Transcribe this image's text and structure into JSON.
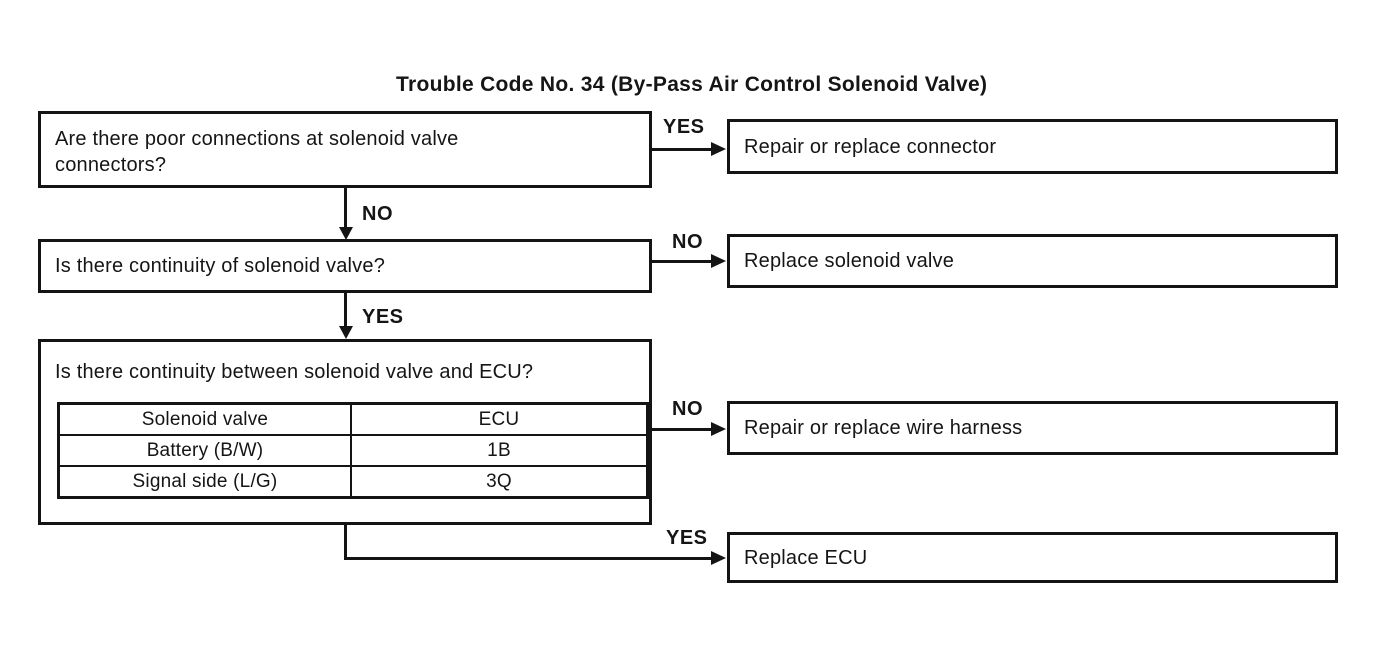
{
  "title": "Trouble Code No. 34 (By-Pass Air Control Solenoid Valve)",
  "flowchart": {
    "questions": [
      {
        "id": "q1",
        "text": "Are there poor connections at solenoid valve connectors?"
      },
      {
        "id": "q2",
        "text": "Is there continuity of solenoid valve?"
      },
      {
        "id": "q3",
        "text": "Is there continuity between solenoid valve and ECU?"
      }
    ],
    "actions": [
      {
        "id": "a1",
        "text": "Repair or replace connector"
      },
      {
        "id": "a2",
        "text": "Replace solenoid valve"
      },
      {
        "id": "a3",
        "text": "Repair or replace wire harness"
      },
      {
        "id": "a4",
        "text": "Replace ECU"
      }
    ],
    "connectors": [
      {
        "from": "q1",
        "to": "a1",
        "label": "YES"
      },
      {
        "from": "q1",
        "to": "q2",
        "label": "NO"
      },
      {
        "from": "q2",
        "to": "a2",
        "label": "NO"
      },
      {
        "from": "q2",
        "to": "q3",
        "label": "YES"
      },
      {
        "from": "q3",
        "to": "a3",
        "label": "NO"
      },
      {
        "from": "q3",
        "to": "a4",
        "label": "YES"
      }
    ],
    "table": {
      "headers": [
        "Solenoid valve",
        "ECU"
      ],
      "rows": [
        [
          "Battery (B/W)",
          "1B"
        ],
        [
          "Signal side (L/G)",
          "3Q"
        ]
      ]
    }
  },
  "colors": {
    "ink": "#141414",
    "background": "#ffffff"
  }
}
